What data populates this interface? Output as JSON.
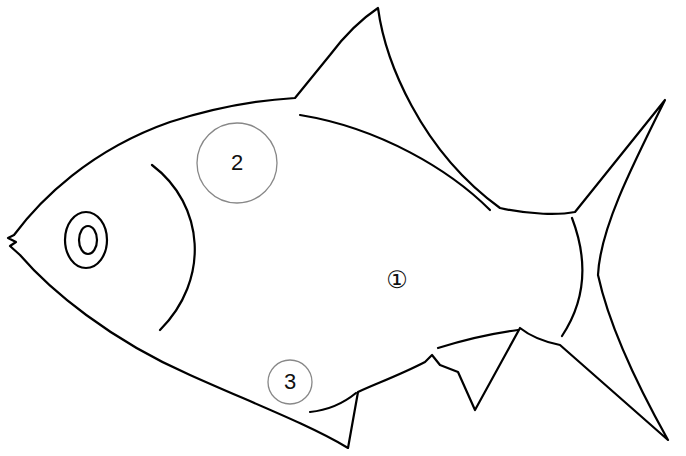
{
  "diagram": {
    "nodes": [
      {
        "text": [
          "2"
        ]
      },
      {
        "text": [
          "3"
        ]
      }
    ],
    "labels": [
      "①"
    ]
  }
}
